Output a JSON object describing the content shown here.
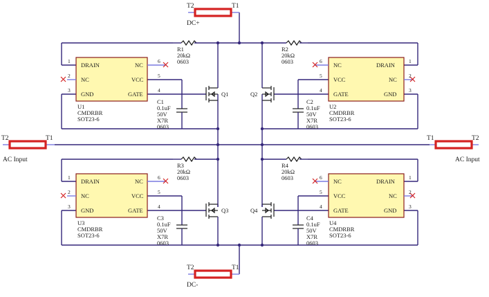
{
  "terminals": {
    "t1": "T1",
    "t2": "T2",
    "dc_plus": "DC+",
    "dc_minus": "DC-",
    "ac_left": "AC Input",
    "ac_right": "AC Input"
  },
  "pins": {
    "drain": "DRAIN",
    "nc": "NC",
    "gnd": "GND",
    "vcc": "VCC",
    "gate": "GATE",
    "n1": "1",
    "n2": "2",
    "n3": "3",
    "n4": "4",
    "n5": "5",
    "n6": "6"
  },
  "chips": [
    {
      "ref": "U1",
      "part": "CMDRBR",
      "pkg": "SOT23-6"
    },
    {
      "ref": "U2",
      "part": "CMDRBR",
      "pkg": "SOT23-6"
    },
    {
      "ref": "U3",
      "part": "CMDRBR",
      "pkg": "SOT23-6"
    },
    {
      "ref": "U4",
      "part": "CMDRBR",
      "pkg": "SOT23-6"
    }
  ],
  "resistors": [
    {
      "ref": "R1",
      "value": "20kΩ",
      "pkg": "0603"
    },
    {
      "ref": "R2",
      "value": "20kΩ",
      "pkg": "0603"
    },
    {
      "ref": "R3",
      "value": "20kΩ",
      "pkg": "0603"
    },
    {
      "ref": "R4",
      "value": "20kΩ",
      "pkg": "0603"
    }
  ],
  "capacitors": [
    {
      "ref": "C1",
      "value": "0.1uF",
      "volt": "50V",
      "diel": "X7R",
      "pkg": "0603"
    },
    {
      "ref": "C2",
      "value": "0.1uF",
      "volt": "50V",
      "diel": "X7R",
      "pkg": "0603"
    },
    {
      "ref": "C3",
      "value": "0.1uF",
      "volt": "50V",
      "diel": "X7R",
      "pkg": "0603"
    },
    {
      "ref": "C4",
      "value": "0.1uF",
      "volt": "50V",
      "diel": "X7R",
      "pkg": "0603"
    }
  ],
  "mosfets": [
    "Q1",
    "Q2",
    "Q3",
    "Q4"
  ],
  "colors": {
    "wire": "#34267a",
    "chip_fill": "#fff8b0",
    "chip_border": "#8a1c1c",
    "terminal": "#d42222"
  }
}
